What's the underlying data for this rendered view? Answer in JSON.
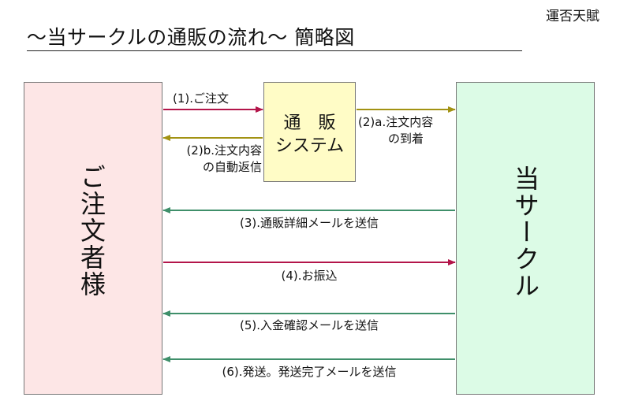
{
  "header": {
    "brand": "運否天賦",
    "title": "〜当サークルの通販の流れ〜 簡略図"
  },
  "boxes": {
    "customer": "ご注文者様",
    "circle": "当サークル",
    "system_line1": "通　販",
    "system_line2": "システム"
  },
  "flows": {
    "order": "(1).ご注文",
    "auto_reply_l1": "(2)b.注文内容",
    "auto_reply_l2": "の自動返信",
    "arrival_l1": "(2)a.注文内容",
    "arrival_l2": "の到着",
    "details_mail": "(3).通販詳細メールを送信",
    "payment": "(4).お振込",
    "confirm_mail": "(5).入金確認メールを送信",
    "ship_mail": "(6).発送。発送完了メールを送信"
  },
  "colors": {
    "customer_box": "#fde6e6",
    "circle_box": "#dcfbe6",
    "system_box": "#fffcc6",
    "arrow_crimson": "#b3154a",
    "arrow_olive": "#a29213",
    "arrow_green": "#3f8f6a"
  }
}
